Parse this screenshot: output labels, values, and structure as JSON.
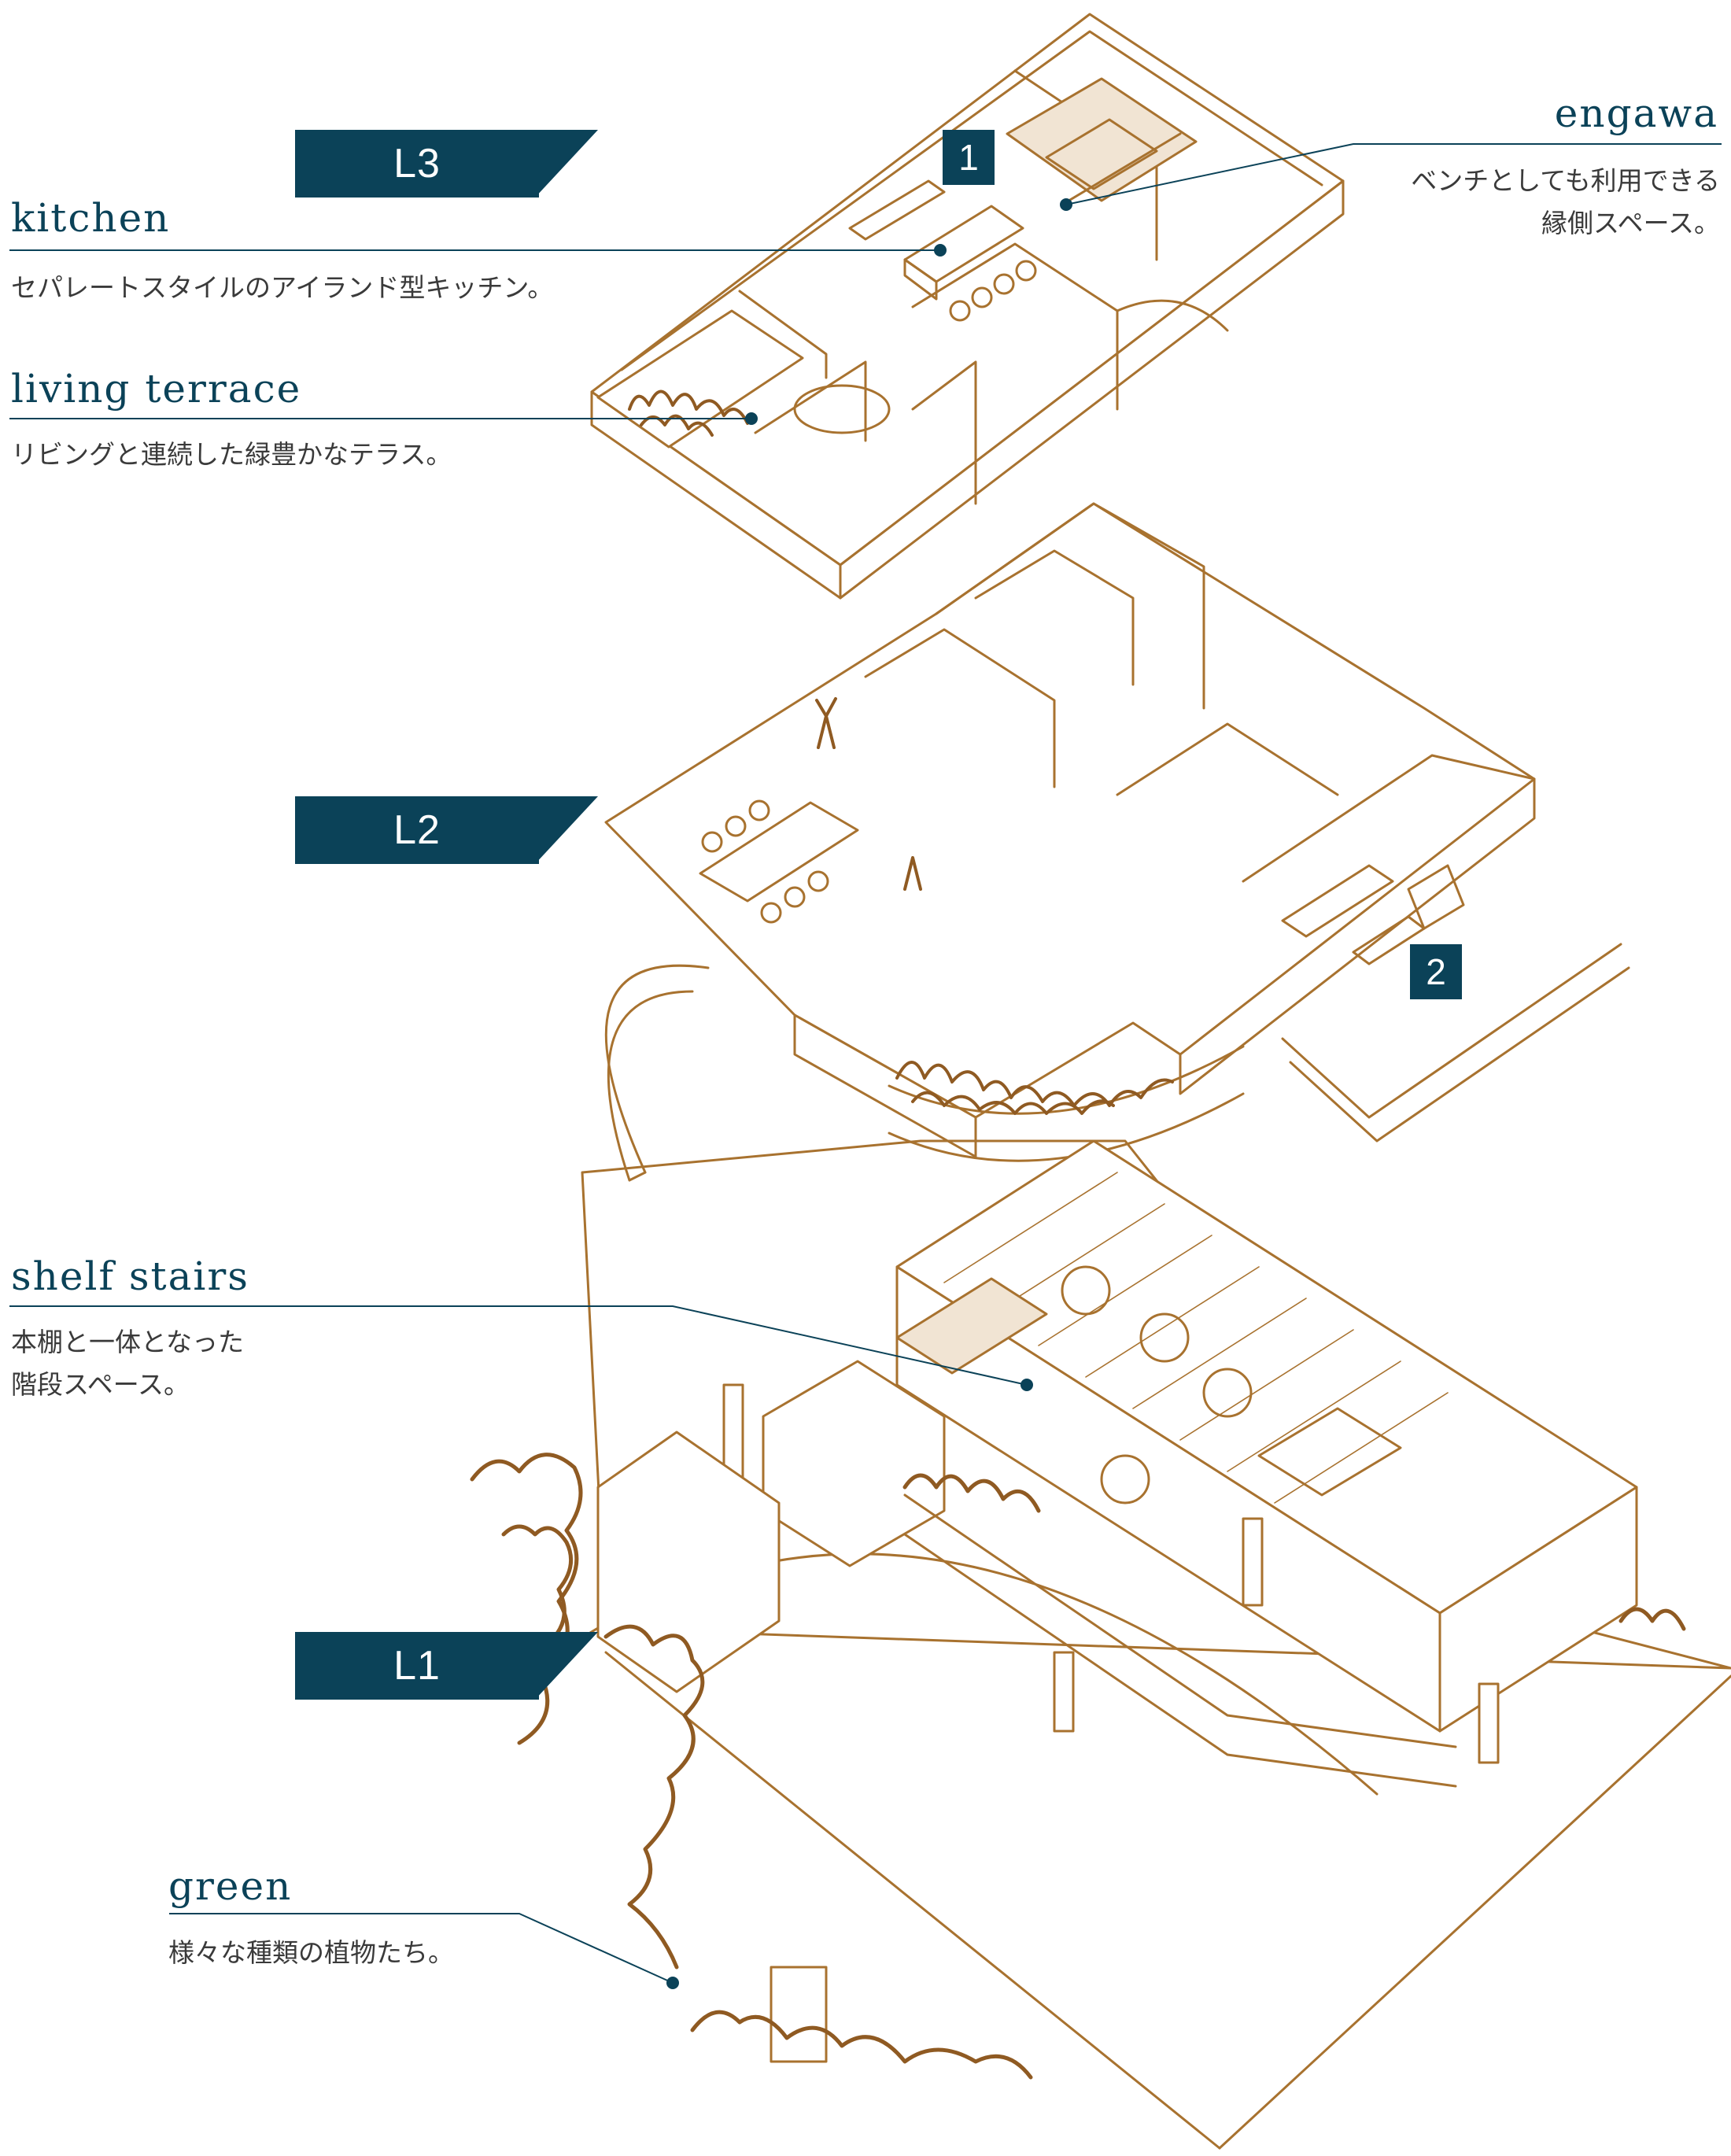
{
  "levels": {
    "l3": "L3",
    "l2": "L2",
    "l1": "L1"
  },
  "markers": {
    "m1": "1",
    "m2": "2"
  },
  "callouts": {
    "kitchen": {
      "title": "kitchen",
      "desc": "セパレートスタイルのアイランド型キッチン。"
    },
    "living_terrace": {
      "title": "living terrace",
      "desc": "リビングと連続した緑豊かなテラス。"
    },
    "engawa": {
      "title": "engawa",
      "desc_line1": "ベンチとしても利用できる",
      "desc_line2": "縁側スペース。"
    },
    "shelf_stairs": {
      "title": "shelf stairs",
      "desc_line1": "本棚と一体となった",
      "desc_line2": "階段スペース。"
    },
    "green": {
      "title": "green",
      "desc": "様々な種類の植物たち。"
    }
  },
  "colors": {
    "line": "#a8722f",
    "accent": "#0b4258",
    "text": "#3a3a3a",
    "floor_tint": "#f1e4d3",
    "plant": "#8f5a22"
  }
}
